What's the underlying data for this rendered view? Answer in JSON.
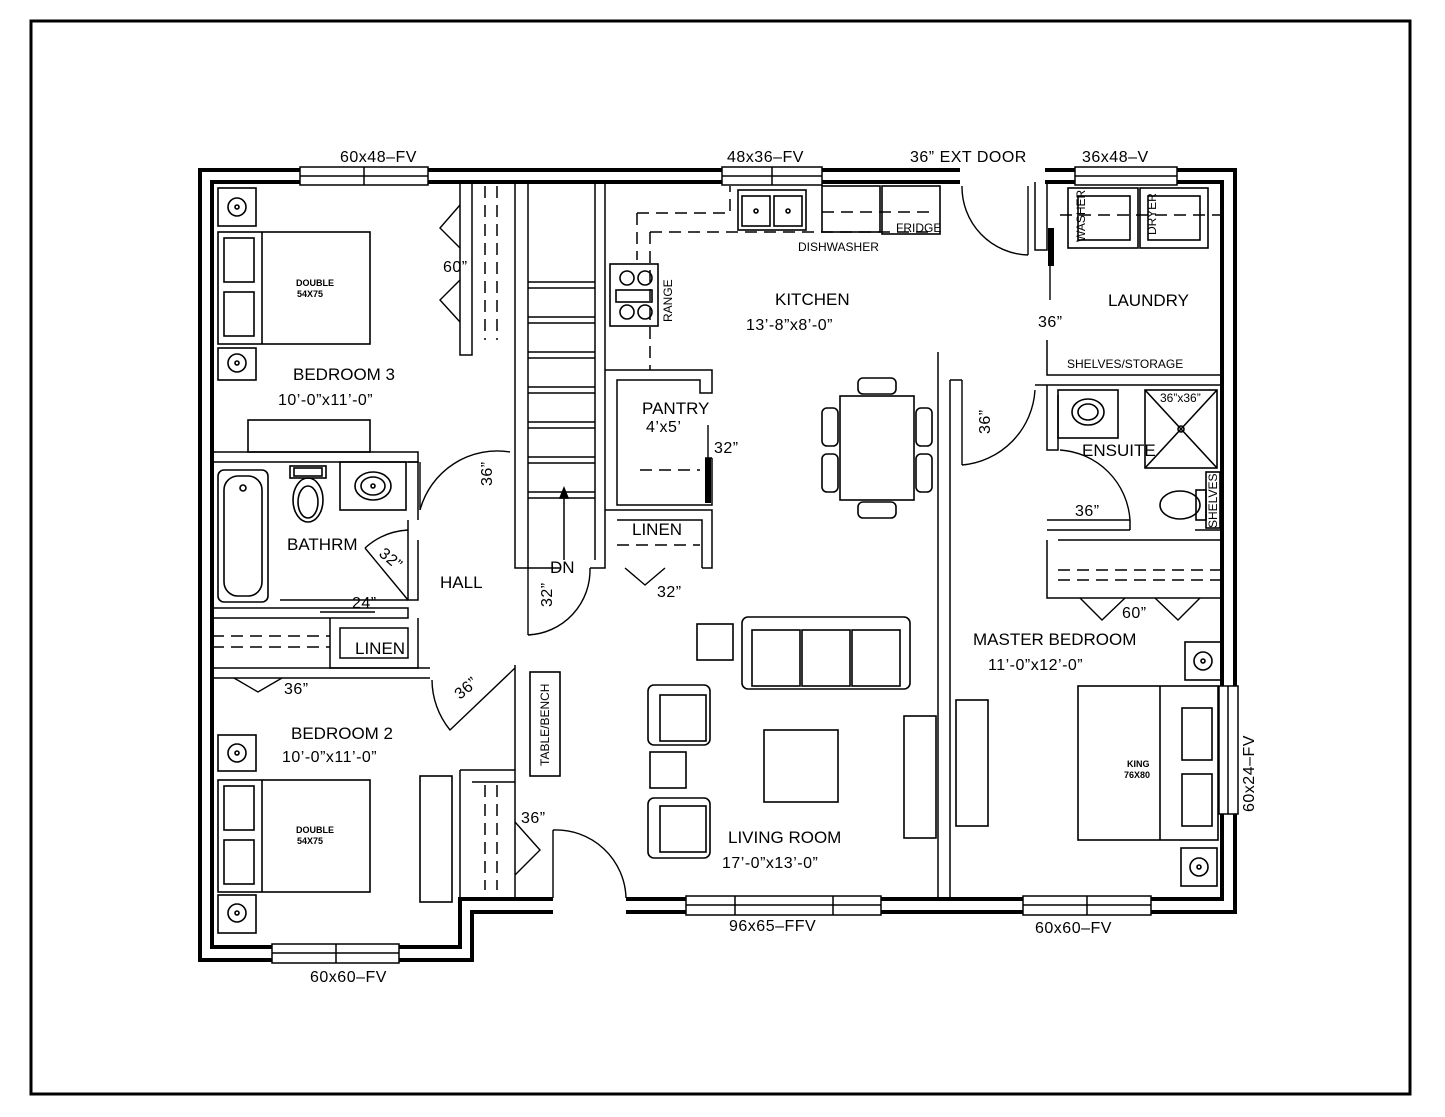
{
  "rooms": {
    "bedroom3": {
      "name": "BEDROOM 3",
      "size": "10’-0”x11’-0”"
    },
    "bedroom2": {
      "name": "BEDROOM 2",
      "size": "10’-0”x11’-0”"
    },
    "bathroom": {
      "name": "BATHRM"
    },
    "hall": {
      "name": "HALL"
    },
    "kitchen": {
      "name": "KITCHEN",
      "size": "13’-8”x8’-0”"
    },
    "pantry": {
      "name": "PANTRY",
      "size": "4’x5’"
    },
    "laundry": {
      "name": "LAUNDRY"
    },
    "ensuite": {
      "name": "ENSUITE"
    },
    "master_bedroom": {
      "name": "MASTER BEDROOM",
      "size": "11’-0”x12’-0”"
    },
    "living_room": {
      "name": "LIVING ROOM",
      "size": "17’-0”x13’-0”"
    },
    "linen_hall": {
      "name": "LINEN"
    },
    "linen_kitchen": {
      "name": "LINEN"
    }
  },
  "windows": {
    "bedroom3_top": "60x48–FV",
    "kitchen_top": "48x36–FV",
    "laundry_top": "36x48–V",
    "living_bottom": "96x65–FFV",
    "master_bottom": "60x60–FV",
    "bedroom2_bottom": "60x60–FV",
    "master_right": "60x24–FV"
  },
  "doors": {
    "exterior": "36” EXT DOOR",
    "closet_bedroom3": "60”",
    "bedroom3": "36”",
    "bathroom": "32”",
    "linen_hall": "24”",
    "closet_bedroom2": "36”",
    "bedroom2": "36”",
    "stair": "32”",
    "front_closet": "36”",
    "pantry": "32”",
    "linen_kitchen": "32”",
    "laundry": "36”",
    "master": "36”",
    "ensuite": "36”",
    "closet_master": "60”"
  },
  "fixtures": {
    "fridge": "FRIDGE",
    "dishwasher": "DISHWASHER",
    "range": "RANGE",
    "washer": "WASHER",
    "dryer": "DRYER",
    "shelves_storage": "SHELVES/STORAGE",
    "shower": "36”x36”",
    "shelves": "SHELVES",
    "table_bench": "TABLE/BENCH",
    "stair_dn": "DN",
    "bed_double_1": "DOUBLE",
    "bed_double_1_size": "54X75",
    "bed_double_2": "DOUBLE",
    "bed_double_2_size": "54X75",
    "bed_king": "KING",
    "bed_king_size": "76X80"
  }
}
